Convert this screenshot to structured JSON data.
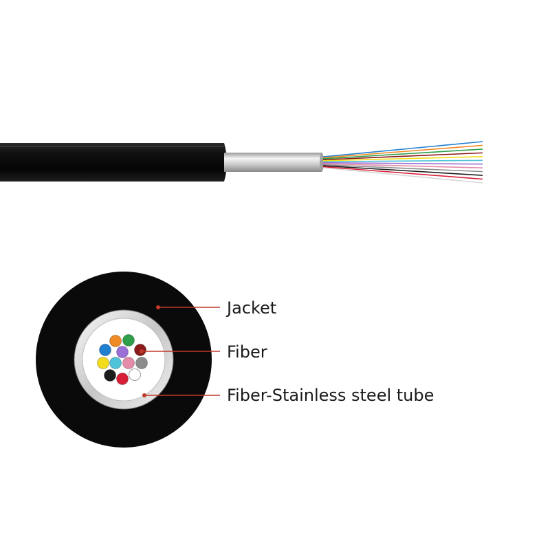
{
  "labels": {
    "jacket": "Jacket",
    "fiber": "Fiber",
    "tube": "Fiber-Stainless steel tube"
  },
  "colors": {
    "jacket": "#0a0a0a",
    "steel_light": "#f2f2f2",
    "steel_mid": "#b9b9b9",
    "tube_interior": "#ffffff",
    "callout_line": "#c0392b",
    "callout_dot": "#c0392b",
    "label_text": "#1a1a1a"
  },
  "fibers": [
    {
      "name": "blue",
      "color": "#1f7fd1"
    },
    {
      "name": "orange",
      "color": "#f08a24"
    },
    {
      "name": "green",
      "color": "#2e9e4a"
    },
    {
      "name": "brown",
      "color": "#8b1a1a"
    },
    {
      "name": "yellow",
      "color": "#f2dc1c"
    },
    {
      "name": "aqua",
      "color": "#4fc3d8"
    },
    {
      "name": "violet",
      "color": "#9a6fd6"
    },
    {
      "name": "rose",
      "color": "#e58aa8"
    },
    {
      "name": "slate",
      "color": "#8c8c8c"
    },
    {
      "name": "black",
      "color": "#1c1c1c"
    },
    {
      "name": "red",
      "color": "#d81e36"
    },
    {
      "name": "white",
      "color": "#ffffff"
    }
  ]
}
